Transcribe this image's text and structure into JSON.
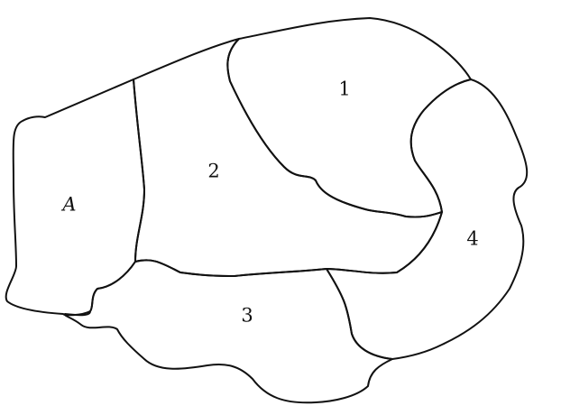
{
  "regions": [
    {
      "key": "A",
      "label": "A"
    },
    {
      "key": "1",
      "label": "1"
    },
    {
      "key": "2",
      "label": "2"
    },
    {
      "key": "3",
      "label": "3"
    },
    {
      "key": "4",
      "label": "4"
    }
  ],
  "colors": {
    "stroke": "#111111",
    "background": "#ffffff"
  }
}
